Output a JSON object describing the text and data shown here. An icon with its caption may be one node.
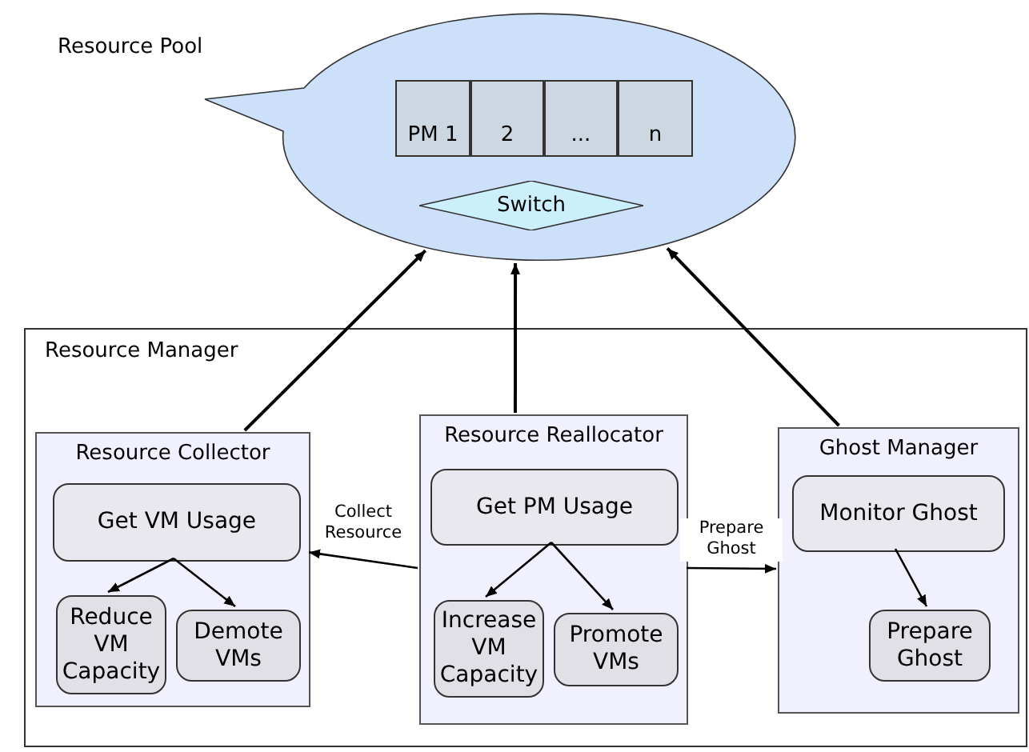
{
  "diagram": {
    "nodes": [
      {
        "text": [
          "Resource Pool"
        ]
      },
      {
        "text": [
          "PM 1"
        ],
        "in": 0
      },
      {
        "text": [
          "2"
        ],
        "in": 0
      },
      {
        "text": [
          "..."
        ],
        "in": 0
      },
      {
        "text": [
          "n"
        ],
        "in": 0
      },
      {
        "text": [
          "Switch"
        ],
        "in": 0
      },
      {
        "text": [
          "Resource Manager"
        ]
      },
      {
        "text": [
          "Resource Collector"
        ],
        "in": 6
      },
      {
        "text": [
          "Get VM Usage"
        ],
        "in": 7
      },
      {
        "text": [
          "Reduce VM Capacity"
        ],
        "in": 7
      },
      {
        "text": [
          "Demote VMs"
        ],
        "in": 7
      },
      {
        "text": [
          "Resource Reallocator"
        ],
        "in": 6
      },
      {
        "text": [
          "Get PM Usage"
        ],
        "in": 11
      },
      {
        "text": [
          "Increase VM Capacity"
        ],
        "in": 11
      },
      {
        "text": [
          "Promote VMs"
        ],
        "in": 11
      },
      {
        "text": [
          "Ghost Manager"
        ],
        "in": 6
      },
      {
        "text": [
          "Monitor Ghost"
        ],
        "in": 15
      },
      {
        "text": [
          "Prepare Ghost"
        ],
        "in": 15
      }
    ],
    "edges": [
      {
        "from": 7,
        "to": 0,
        "arrow": "to"
      },
      {
        "from": 11,
        "to": 0,
        "arrow": "to"
      },
      {
        "from": 15,
        "to": 0,
        "arrow": "to"
      },
      {
        "from": 8,
        "to": 9,
        "arrow": "to"
      },
      {
        "from": 8,
        "to": 10,
        "arrow": "to"
      },
      {
        "from": 11,
        "to": 7,
        "arrow": "to",
        "label": "Collect Resource"
      },
      {
        "from": 11,
        "to": 15,
        "arrow": "to",
        "label": "Prepare Ghost"
      },
      {
        "from": 12,
        "to": 13,
        "arrow": "to"
      },
      {
        "from": 12,
        "to": 14,
        "arrow": "to"
      },
      {
        "from": 16,
        "to": 17,
        "arrow": "to"
      }
    ]
  }
}
